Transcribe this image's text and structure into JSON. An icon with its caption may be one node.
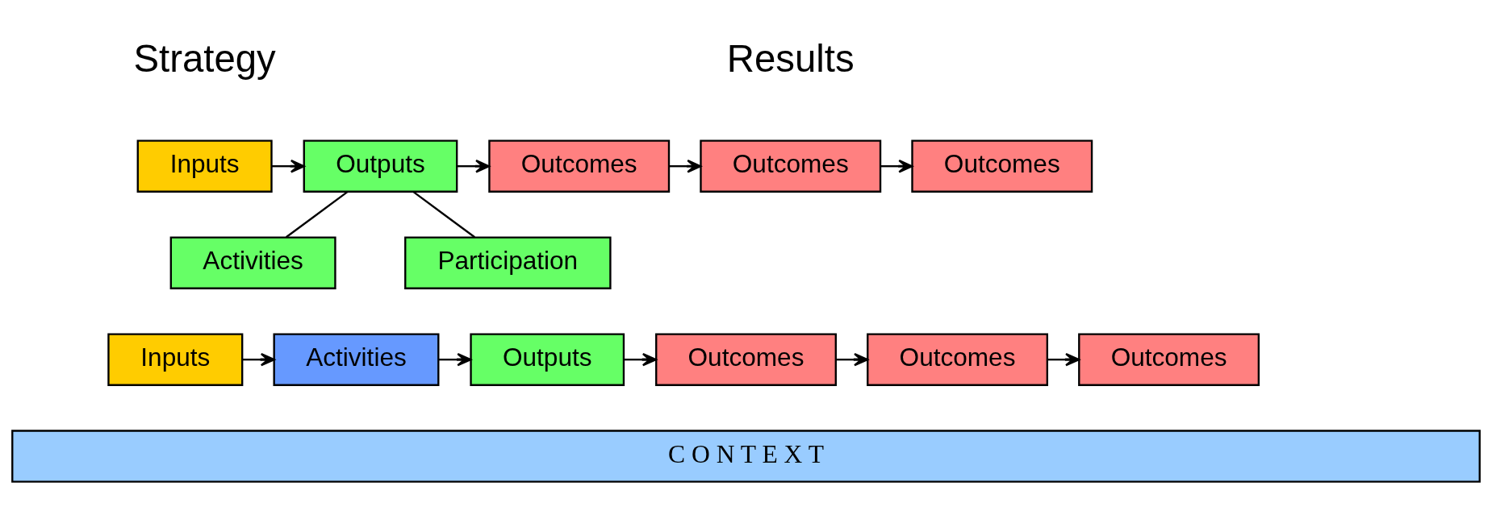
{
  "diagram": {
    "nodes": [
      {
        "text": [
          "Inputs"
        ]
      },
      {
        "text": [
          "Outputs"
        ]
      },
      {
        "text": [
          "Activities"
        ]
      },
      {
        "text": [
          "Participation"
        ]
      },
      {
        "text": [
          "Outcomes"
        ]
      },
      {
        "text": [
          "Outcomes"
        ]
      },
      {
        "text": [
          "Outcomes"
        ]
      },
      {
        "text": [
          "Inputs"
        ]
      },
      {
        "text": [
          "Activities"
        ]
      },
      {
        "text": [
          "Outputs"
        ]
      },
      {
        "text": [
          "Outcomes"
        ]
      },
      {
        "text": [
          "Outcomes"
        ]
      },
      {
        "text": [
          "Outcomes"
        ]
      },
      {
        "text": [
          "C O N T E X T"
        ]
      }
    ],
    "edges": [
      {
        "from": 0,
        "to": 1,
        "arrow": "to"
      },
      {
        "from": 1,
        "to": 4,
        "arrow": "to"
      },
      {
        "from": 4,
        "to": 5,
        "arrow": "to"
      },
      {
        "from": 5,
        "to": 6,
        "arrow": "to"
      },
      {
        "from": 1,
        "to": 2,
        "arrow": "none"
      },
      {
        "from": 1,
        "to": 3,
        "arrow": "none"
      },
      {
        "from": 7,
        "to": 8,
        "arrow": "to"
      },
      {
        "from": 8,
        "to": 9,
        "arrow": "to"
      },
      {
        "from": 9,
        "to": 10,
        "arrow": "to"
      },
      {
        "from": 10,
        "to": 11,
        "arrow": "to"
      },
      {
        "from": 11,
        "to": 12,
        "arrow": "to"
      }
    ],
    "labels": [
      "Strategy",
      "Results"
    ]
  }
}
